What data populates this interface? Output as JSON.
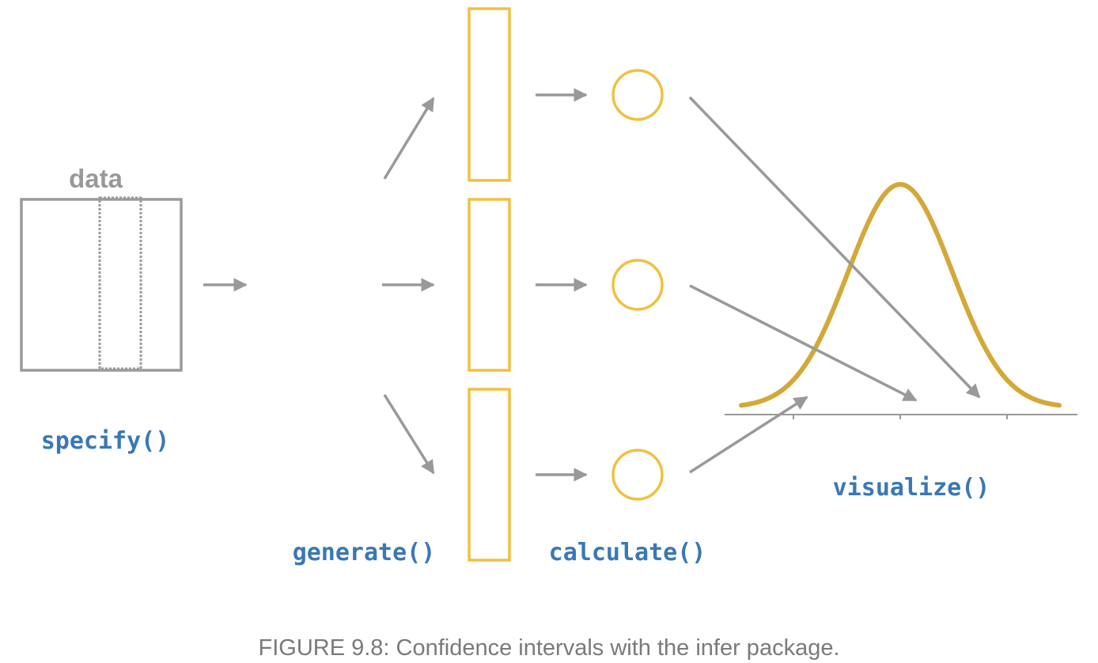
{
  "diagram": {
    "data_label": "data",
    "steps": {
      "specify": "specify()",
      "generate": "generate()",
      "calculate": "calculate()",
      "visualize": "visualize()"
    }
  },
  "caption": "FIGURE 9.8: Confidence intervals with the infer package.",
  "colors": {
    "arrow": "#999999",
    "data_box": "#9a9a9a",
    "sample": "#f0c040",
    "curve": "#d4a838",
    "code": "#3a78b5",
    "caption": "#7a7a7a"
  }
}
